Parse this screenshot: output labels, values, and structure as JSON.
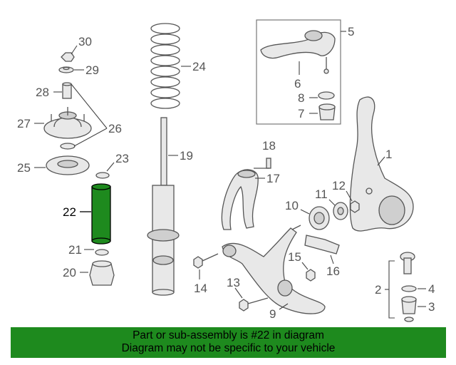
{
  "banner": {
    "line1": "Part or sub-assembly is #22 in diagram",
    "line2": "Diagram may not be specific to your vehicle"
  },
  "callouts": {
    "c1": "1",
    "c2": "2",
    "c3": "3",
    "c4": "4",
    "c5": "5",
    "c6": "6",
    "c7": "7",
    "c8": "8",
    "c9": "9",
    "c10": "10",
    "c11": "11",
    "c12": "12",
    "c13": "13",
    "c14": "14",
    "c15": "15",
    "c16": "16",
    "c17": "17",
    "c18": "18",
    "c19": "19",
    "c20": "20",
    "c21": "21",
    "c22": "22",
    "c23": "23",
    "c24": "24",
    "c25": "25",
    "c26": "26",
    "c27": "27",
    "c28": "28",
    "c29": "29",
    "c30": "30"
  },
  "colors": {
    "highlight_part": "#1e8a1e",
    "banner": "#1e8a1e"
  },
  "highlighted_part": "22"
}
